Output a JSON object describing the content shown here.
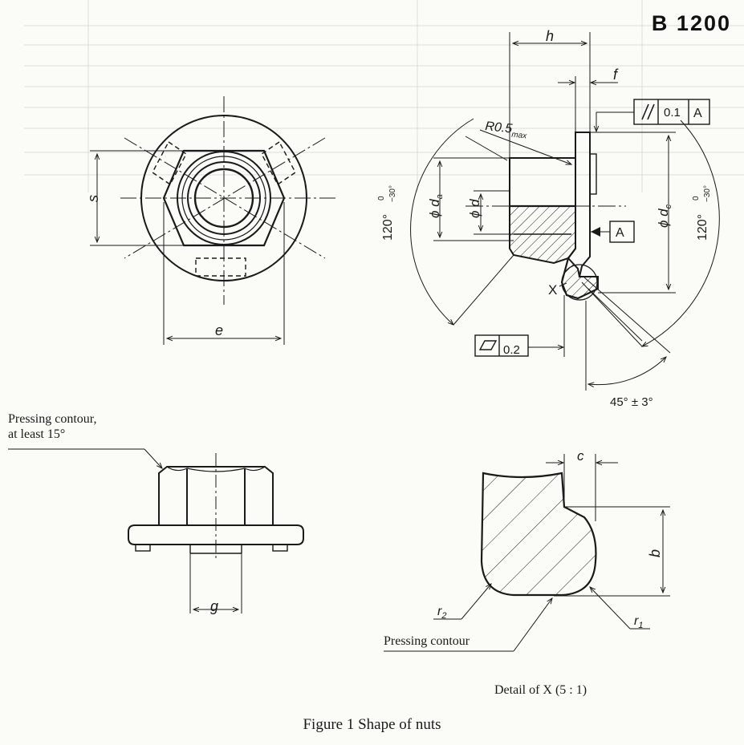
{
  "header": {
    "standard": "B 1200"
  },
  "figure": {
    "caption": "Figure 1    Shape of nuts",
    "detail_caption": "Detail of X (5 : 1)"
  },
  "labels": {
    "s": "s",
    "e": "e",
    "h": "h",
    "f": "f",
    "parallel_tol": "0.1",
    "datum_a": "A",
    "datum_ref": "A",
    "radius_main": "R0.5",
    "radius_sub": "max",
    "da_prefix": "ϕ d",
    "da_sub": "a",
    "d": "ϕ d",
    "dc_prefix": "ϕ d",
    "dc_sub": "c",
    "angle_main": "120°",
    "angle_upper": "0",
    "angle_lower": "−30°",
    "x_label": "X",
    "flatness_tol": "0.2",
    "angle_45": "45° ± 3°",
    "g": "g",
    "c": "c",
    "b": "b",
    "r1": "r",
    "r1_sub": "1",
    "r2": "r",
    "r2_sub": "2",
    "pressing_note_1": "Pressing contour,",
    "pressing_note_2": "at least 15°",
    "pressing_contour": "Pressing contour"
  },
  "colors": {
    "ink": "#1a1a1a",
    "paper": "#fbfbf8",
    "ghost": "#d8d8d8"
  }
}
